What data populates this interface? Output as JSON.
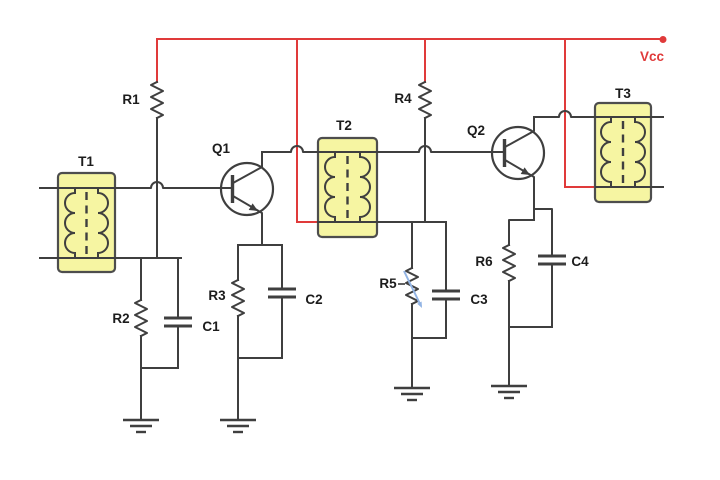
{
  "diagram": {
    "kind": "circuit-schematic",
    "description": "Two-stage transformer-coupled transistor amplifier",
    "labels": {
      "T1": "T1",
      "T2": "T2",
      "T3": "T3",
      "Q1": "Q1",
      "Q2": "Q2",
      "R1": "R1",
      "R2": "R2",
      "R3": "R3",
      "R4": "R4",
      "R5": "R5",
      "R6": "R6",
      "C1": "C1",
      "C2": "C2",
      "C3": "C3",
      "C4": "C4",
      "Vcc": "Vcc"
    },
    "components": [
      {
        "id": "T1",
        "kind": "transformer",
        "label": "T1"
      },
      {
        "id": "T2",
        "kind": "transformer",
        "label": "T2"
      },
      {
        "id": "T3",
        "kind": "transformer",
        "label": "T3"
      },
      {
        "id": "Q1",
        "kind": "npn-transistor",
        "label": "Q1"
      },
      {
        "id": "Q2",
        "kind": "npn-transistor",
        "label": "Q2"
      },
      {
        "id": "R1",
        "kind": "resistor",
        "label": "R1"
      },
      {
        "id": "R2",
        "kind": "resistor",
        "label": "R2"
      },
      {
        "id": "R3",
        "kind": "resistor",
        "label": "R3"
      },
      {
        "id": "R4",
        "kind": "resistor",
        "label": "R4"
      },
      {
        "id": "R5",
        "kind": "resistor",
        "label": "R5",
        "marker": "blue-diagonal-arrow"
      },
      {
        "id": "R6",
        "kind": "resistor",
        "label": "R6"
      },
      {
        "id": "C1",
        "kind": "capacitor",
        "label": "C1"
      },
      {
        "id": "C2",
        "kind": "capacitor",
        "label": "C2"
      },
      {
        "id": "C3",
        "kind": "capacitor",
        "label": "C3"
      },
      {
        "id": "C4",
        "kind": "capacitor",
        "label": "C4"
      },
      {
        "id": "Vcc",
        "kind": "power-rail",
        "label": "Vcc"
      }
    ],
    "ground_symbols": 4,
    "colors": {
      "wire": "#3f3f3f",
      "power": "#e03a3a",
      "transformer_fill": "#f6f5a2",
      "transformer_border": "#4d4d4d",
      "label_text": "#1c1c1c",
      "variable_marker": "#92b4e4",
      "background": "#ffffff"
    }
  }
}
